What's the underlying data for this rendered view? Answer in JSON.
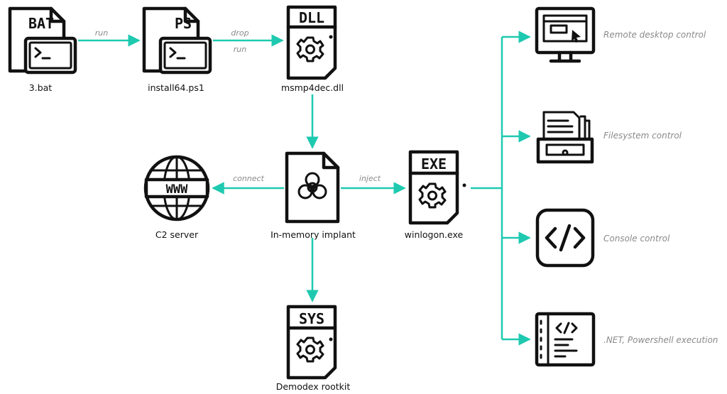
{
  "colors": {
    "flow": "#1ec9b0",
    "ink": "#111111",
    "muted": "#8a8a8a"
  },
  "nodes": {
    "bat": {
      "label": "3.bat",
      "badge": "BAT",
      "icon": "terminal-file-icon"
    },
    "ps": {
      "label": "install64.ps1",
      "badge": "PS",
      "icon": "terminal-file-icon"
    },
    "dll": {
      "label": "msmp4dec.dll",
      "badge": "DLL",
      "icon": "gear-file-icon"
    },
    "c2": {
      "label": "C2 server",
      "badge": "WWW",
      "icon": "globe-icon"
    },
    "implant": {
      "label": "In-memory implant",
      "icon": "biohazard-file-icon"
    },
    "exe": {
      "label": "winlogon.exe",
      "badge": "EXE",
      "icon": "gear-file-icon"
    },
    "sys": {
      "label": "Demodex rootkit",
      "badge": "SYS",
      "icon": "gear-file-icon"
    }
  },
  "edges": {
    "bat_ps": "run",
    "ps_dll_1": "drop",
    "ps_dll_2": "run",
    "implant_c2": "connect",
    "implant_exe": "inject"
  },
  "capabilities": [
    {
      "label": "Remote desktop control",
      "icon": "monitor-cursor-icon"
    },
    {
      "label": "Filesystem control",
      "icon": "file-tray-icon"
    },
    {
      "label": "Console control",
      "icon": "code-brackets-icon"
    },
    {
      "label": ".NET, Powershell execution",
      "icon": "code-window-icon"
    }
  ]
}
